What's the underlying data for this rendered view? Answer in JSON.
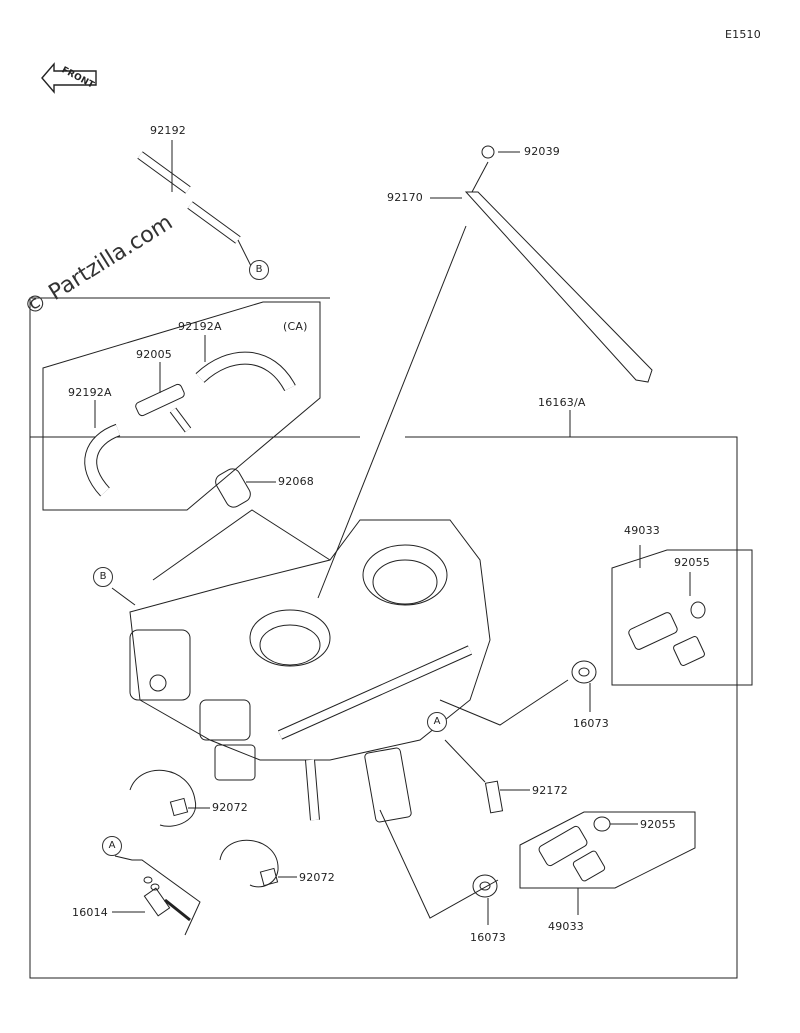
{
  "diagram_code": "E1510",
  "watermark": "© Partzilla.com",
  "front_badge": "FRONT",
  "group_labels": {
    "ca": "(CA)"
  },
  "markers": {
    "a": "A",
    "b": "B"
  },
  "parts": {
    "p92192": "92192",
    "p92192a_top": "92192A",
    "p92192a_left": "92192A",
    "p92005": "92005",
    "p92068": "92068",
    "p92039": "92039",
    "p92170": "92170",
    "p16163": "16163/A",
    "p49033_top": "49033",
    "p92055_top": "92055",
    "p16073_top": "16073",
    "p92172": "92172",
    "p92055_bottom": "92055",
    "p16073_bottom": "16073",
    "p49033_bottom": "49033",
    "p92072_top": "92072",
    "p92072_bottom": "92072",
    "p16014": "16014"
  }
}
